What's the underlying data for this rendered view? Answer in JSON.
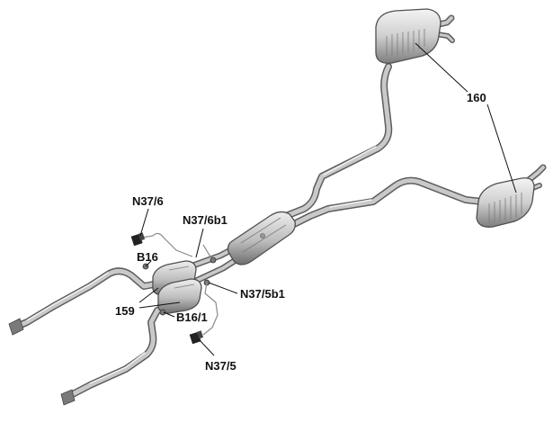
{
  "labels": {
    "n37_6": "N37/6",
    "n37_6b1": "N37/6b1",
    "b16": "B16",
    "n37_5b1": "N37/5b1",
    "n159": "159",
    "b16_1": "B16/1",
    "n37_5": "N37/5",
    "n160": "160"
  },
  "colors": {
    "pipe_dark": "#5d5d5d",
    "pipe_light": "#c9c9c9",
    "label_text": "#111111"
  }
}
